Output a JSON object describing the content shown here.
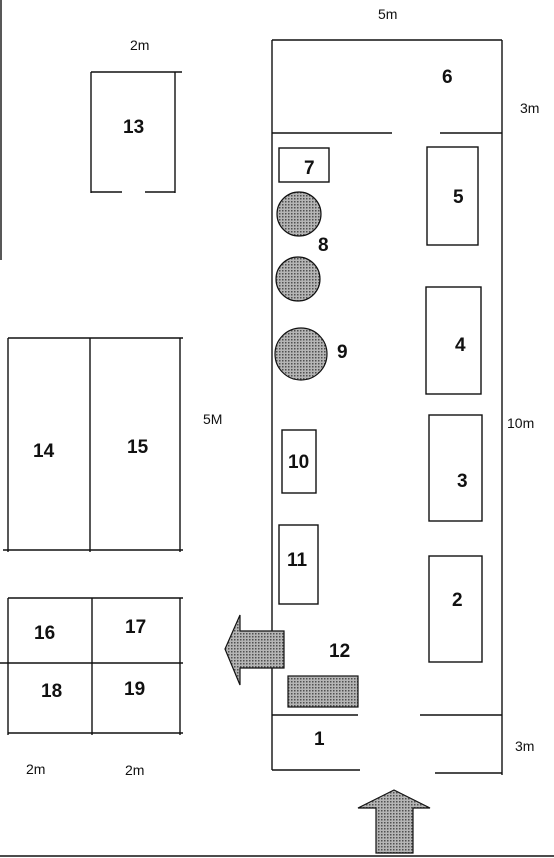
{
  "areas": {
    "a1": "1",
    "a2": "2",
    "a3": "3",
    "a4": "4",
    "a5": "5",
    "a6": "6",
    "a7": "7",
    "a8": "8",
    "a9": "9",
    "a10": "10",
    "a11": "11",
    "a12": "12",
    "a13": "13",
    "a14": "14",
    "a15": "15",
    "a16": "16",
    "a17": "17",
    "a18": "18",
    "a19": "19"
  },
  "dimensions": {
    "top_width": "5m",
    "top_depth": "3m",
    "length": "10m",
    "bottom_depth": "3m",
    "box13_width": "2m",
    "gap_width": "5M",
    "grid_col1_width": "2m",
    "grid_col2_width": "2m"
  },
  "colors": {
    "line": "#111111",
    "shaded_fill": "#8f8f8f"
  }
}
